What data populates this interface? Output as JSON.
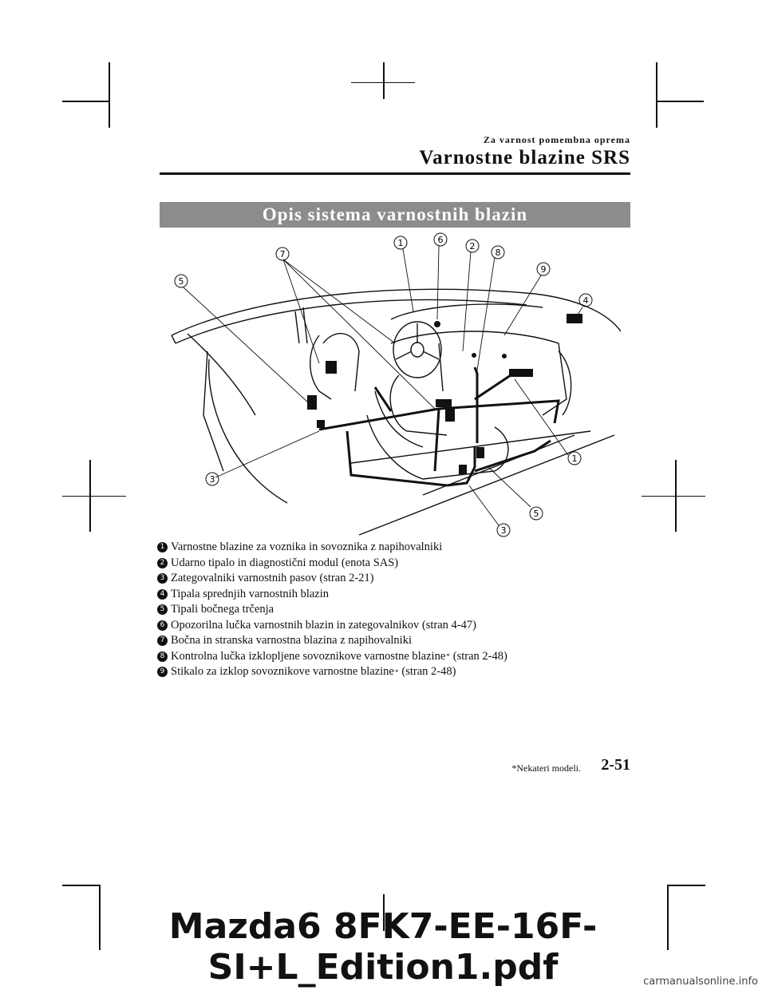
{
  "header": {
    "chapter": "Za varnost pomembna oprema",
    "section": "Varnostne blazine SRS"
  },
  "banner": "Opis sistema varnostnih blazin",
  "diagram": {
    "callouts": [
      "1",
      "6",
      "2",
      "8",
      "7",
      "9",
      "5",
      "4",
      "1",
      "3",
      "5",
      "3"
    ]
  },
  "legend": [
    {
      "num": "1",
      "text": "Varnostne blazine za voznika in sovoznika z napihovalniki",
      "star": "",
      "suffix": ""
    },
    {
      "num": "2",
      "text": "Udarno tipalo in diagnostični modul (enota SAS)",
      "star": "",
      "suffix": ""
    },
    {
      "num": "3",
      "text": "Zategovalniki varnostnih pasov (stran 2-21)",
      "star": "",
      "suffix": ""
    },
    {
      "num": "4",
      "text": "Tipala sprednjih varnostnih blazin",
      "star": "",
      "suffix": ""
    },
    {
      "num": "5",
      "text": "Tipali bočnega trčenja",
      "star": "",
      "suffix": ""
    },
    {
      "num": "6",
      "text": "Opozorilna lučka varnostnih blazin in zategovalnikov (stran 4-47)",
      "star": "",
      "suffix": ""
    },
    {
      "num": "7",
      "text": "Bočna in stranska varnostna blazina z napihovalniki",
      "star": "",
      "suffix": ""
    },
    {
      "num": "8",
      "text": "Kontrolna lučka izklopljene sovoznikove varnostne blazine",
      "star": "*",
      "suffix": "(stran 2-48)"
    },
    {
      "num": "9",
      "text": "Stikalo za izklop sovoznikove varnostne blazine",
      "star": "*",
      "suffix": "(stran 2-48)"
    }
  ],
  "footer": {
    "footnote": "*Nekateri modeli.",
    "page_number": "2-51",
    "watermark": "Mazda6 8FK7-EE-16F-SI+L_Edition1.pdf",
    "site": "carmanualsonline.info"
  }
}
